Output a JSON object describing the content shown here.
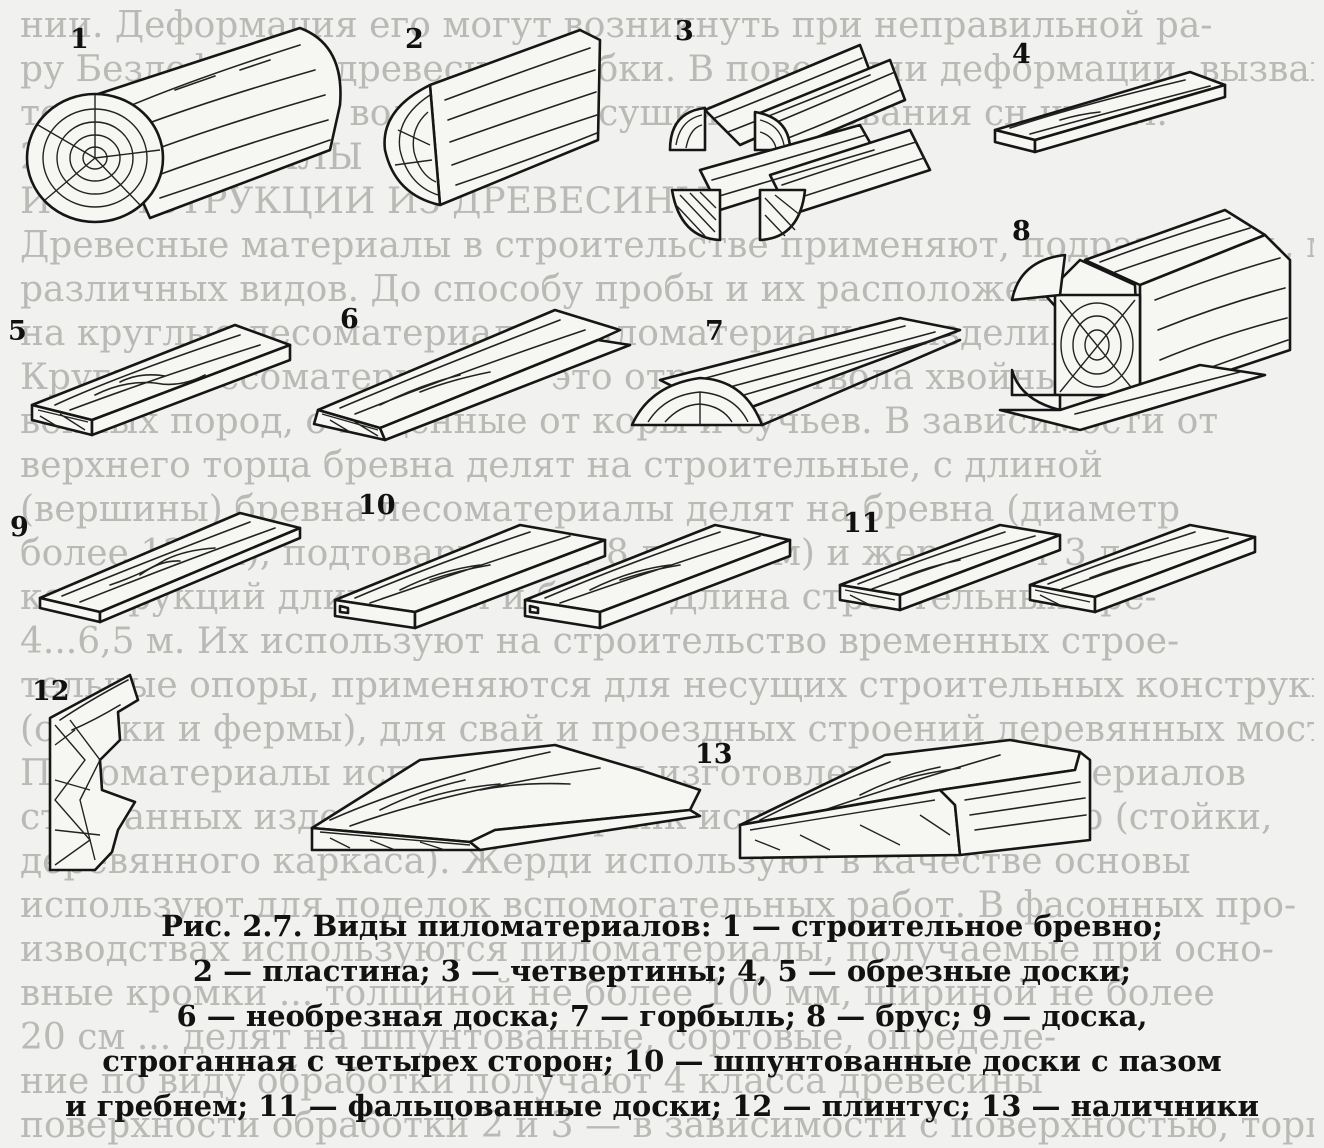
{
  "figure": {
    "labels": {
      "n1": "1",
      "n2": "2",
      "n3": "3",
      "n4": "4",
      "n5": "5",
      "n6": "6",
      "n7": "7",
      "n8": "8",
      "n9": "9",
      "n10": "10",
      "n11": "11",
      "n12": "12",
      "n13": "13"
    },
    "background_text": [
      "нии. Деформация его могут возникнуть при неправильной ра-",
      "ру Бездефектно древесной рыбки. В поведении деформации, вызванное",
      "тем его наличии волокон при сушки образования сн чутим.",
      "2.4. МАТЕРИАЛЫ",
      "И КОНСТРУКЦИИ ИЗ ДРЕВЕСИНЫ",
      "Древесные материалы в строительстве применяют, подразделить, можно",
      "различных видов. До способу пробы и их расположения",
      "на круглые лесоматериалы, пиломатериалы и изделия",
      "Круглые лесоматериалы — это отрезки ствола хвойных и лист-",
      "венных пород, очищенные от коры и сучьев. В зависимости от",
      "верхнего торца бревна делят на строительные, с длиной",
      "(вершины) бревна лесоматериалы делят на бревна (диаметр",
      "более 12 см), подтоварник (от 8 до 11 см) и жерди (от 3 до",
      "конструкций длиной 3 м и более. Длина строительных бре-",
      "4...6,5 м. Их используют на строительство временных строе-",
      "тельные опоры, применяются для несущих строительных конструкций",
      "(стойки и фермы), для свай и проездных строений деревянных мостов.",
      "Пиломатериалы используют для изготовления пиломатериалов",
      "строганных изделий. Подтоварник используют для опор (стойки,",
      "деревянного каркаса). Жерди используют в качестве основы",
      "используют для поделок вспомогательных работ. В фасонных про-",
      "изводствах используются пиломатериалы, получаемые при осно-",
      "вные кромки ... толщиной не более 100 мм, шириной не более",
      "20 см ... делят на шпунтованные, сортовые, определе-",
      "ние по виду обработки получают 4 класса древесины",
      "поверхности обработки 2 и 3 — в зависимости с поверхностью, торца."
    ]
  },
  "caption": {
    "line1": "Рис. 2.7. Виды пиломатериалов: 1 — строительное бревно;",
    "line2": "2 — пластина; 3 — четвертины; 4, 5 — обрезные доски;",
    "line3": "6 — необрезная доска; 7 — горбыль; 8 — брус; 9 — доска,",
    "line4": "строганная с четырех сторон; 10 — шпунтованные доски с пазом",
    "line5": "и гребнем; 11 — фальцованные доски; 12 — плинтус; 13 — наличники"
  }
}
